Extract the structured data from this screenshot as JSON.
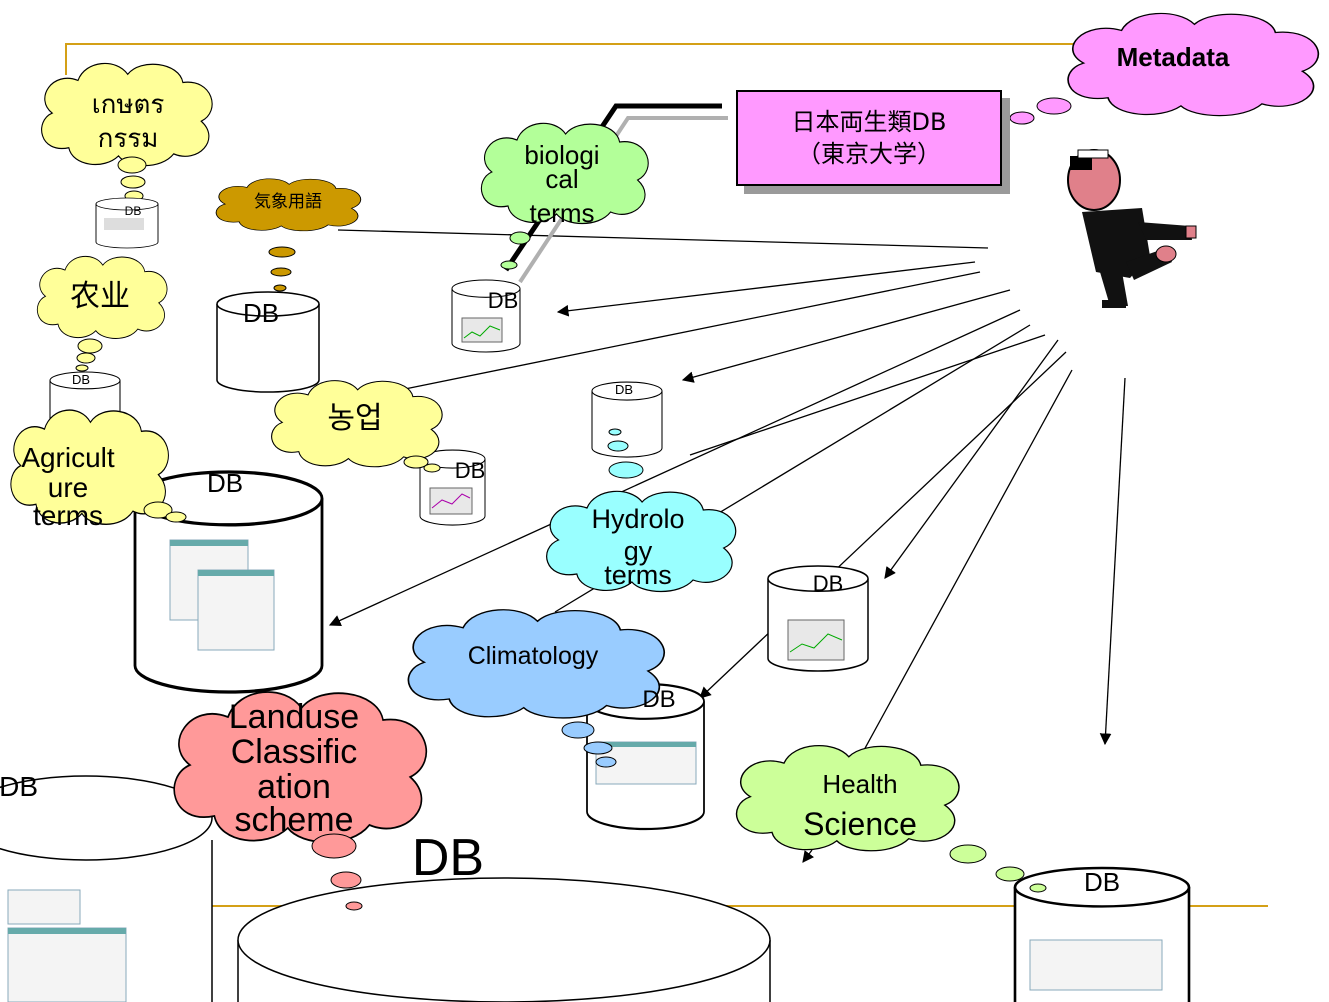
{
  "metadata_label": "Metadata",
  "highlight_box": {
    "line1": "日本両生類DB",
    "line2": "（東京大学）"
  },
  "clouds": {
    "thai_term": [
      "เกษตร",
      "กรรม"
    ],
    "meteorology_ja": "気象用語",
    "biological_terms": [
      "biologi",
      "cal",
      "terms"
    ],
    "agriculture_zh": "农业",
    "agriculture_ko": "농업",
    "agriculture_terms": [
      "Agricult",
      "ure",
      "terms"
    ],
    "hydrology_terms": [
      "Hydrolo",
      "gy",
      "terms"
    ],
    "climatology": "Climatology",
    "landuse": [
      "Landuse",
      "Classific",
      "ation",
      "scheme"
    ],
    "health_science": [
      "Health",
      "Science"
    ]
  },
  "db_label": "DB",
  "db_label_partial": "DB",
  "colors": {
    "frame_line": "#d4a017",
    "metadata_cloud": "#ff99ff",
    "highlight_box": "#ff99ff",
    "yellow_cloud": "#ffff99",
    "brown_cloud": "#cc9900",
    "green_cloud": "#b3ff99",
    "cyan_cloud": "#99ffff",
    "blue_cloud": "#99ccff",
    "salmon_cloud": "#ff9999",
    "light_green_cloud": "#ccff99"
  },
  "icons": [
    "cloud-icon",
    "database-cylinder-icon",
    "person-pointing-icon",
    "table-thumbnail-icon",
    "chart-thumbnail-icon"
  ]
}
